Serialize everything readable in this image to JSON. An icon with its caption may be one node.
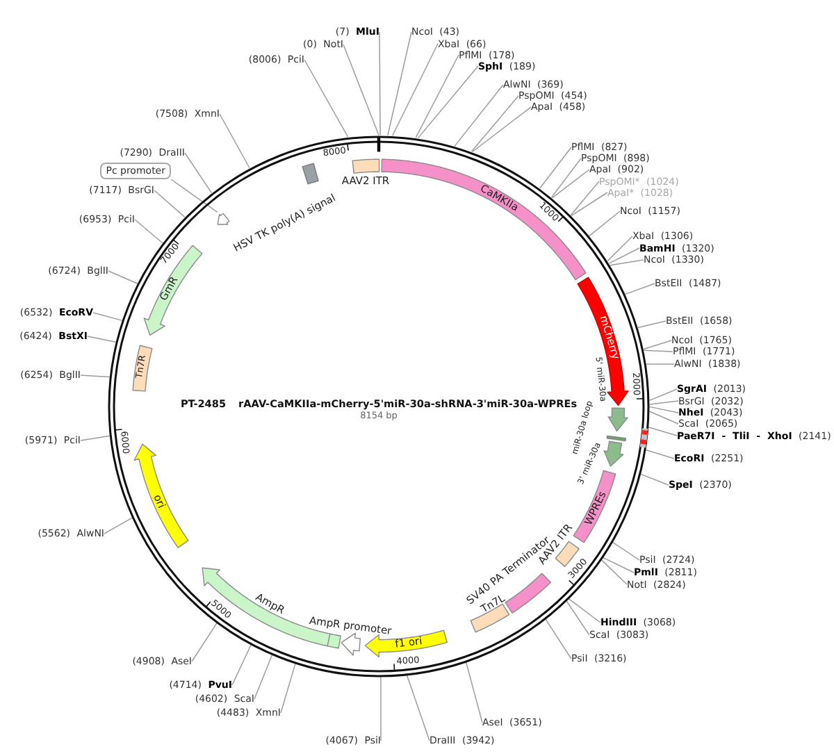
{
  "diagram": {
    "nodes": [
      {
        "text": [
          "(0) NotI"
        ]
      },
      {
        "text": [
          "(7) **MluI**"
        ]
      },
      {
        "text": [
          "NcoI (43)"
        ]
      },
      {
        "text": [
          "XbaI (66)"
        ]
      },
      {
        "text": [
          "PflMI (178)"
        ]
      },
      {
        "text": [
          "**SphI** (189)"
        ]
      },
      {
        "text": [
          "AlwNI (369)"
        ]
      },
      {
        "text": [
          "PspOMI (454)"
        ]
      },
      {
        "text": [
          "ApaI (458)"
        ]
      },
      {
        "text": [
          "PflMI (827)"
        ]
      },
      {
        "text": [
          "PspOMI (898)"
        ]
      },
      {
        "text": [
          "ApaI (902)"
        ]
      },
      {
        "text": [
          "PspOMI* (1024)"
        ]
      },
      {
        "text": [
          "ApaI* (1028)"
        ]
      },
      {
        "text": [
          "NcoI (1157)"
        ]
      },
      {
        "text": [
          "XbaI (1306)"
        ]
      },
      {
        "text": [
          "**BamHI** (1320)"
        ]
      },
      {
        "text": [
          "NcoI (1330)"
        ]
      },
      {
        "text": [
          "BstEII (1487)"
        ]
      },
      {
        "text": [
          "BstEII (1658)"
        ]
      },
      {
        "text": [
          "NcoI (1765)"
        ]
      },
      {
        "text": [
          "PflMI (1771)"
        ]
      },
      {
        "text": [
          "AlwNI (1838)"
        ]
      },
      {
        "text": [
          "**SgrAI** (2013)"
        ]
      },
      {
        "text": [
          "BsrGI (2032)"
        ]
      },
      {
        "text": [
          "**NheI** (2043)"
        ]
      },
      {
        "text": [
          "ScaI (2065)"
        ]
      },
      {
        "text": [
          "**PaeR7I - TliI - XhoI** (2141)"
        ]
      },
      {
        "text": [
          "**EcoRI** (2251)"
        ]
      },
      {
        "text": [
          "**SpeI** (2370)"
        ]
      },
      {
        "text": [
          "PsiI (2724)"
        ]
      },
      {
        "text": [
          "**PmlI** (2811)"
        ]
      },
      {
        "text": [
          "NotI (2824)"
        ]
      },
      {
        "text": [
          "**HindIII** (3068)"
        ]
      },
      {
        "text": [
          "ScaI (3083)"
        ]
      },
      {
        "text": [
          "PsiI (3216)"
        ]
      },
      {
        "text": [
          "AseI (3651)"
        ]
      },
      {
        "text": [
          "DraIII (3942)"
        ]
      },
      {
        "text": [
          "(4067) PsiI"
        ]
      },
      {
        "text": [
          "(4483) XmnI"
        ]
      },
      {
        "text": [
          "(4602) ScaI"
        ]
      },
      {
        "text": [
          "(4714) **PvuI**"
        ]
      },
      {
        "text": [
          "(4908) AseI"
        ]
      },
      {
        "text": [
          "(5562) AlwNI"
        ]
      },
      {
        "text": [
          "(5971) PciI"
        ]
      },
      {
        "text": [
          "(6254) BglII"
        ]
      },
      {
        "text": [
          "(6424) **BstXI**"
        ]
      },
      {
        "text": [
          "(6532) **EcoRV**"
        ]
      },
      {
        "text": [
          "(6724) BglII"
        ]
      },
      {
        "text": [
          "(6953) PciI"
        ]
      },
      {
        "text": [
          "(7117) BsrGI"
        ]
      },
      {
        "text": [
          "Pc promoter"
        ]
      },
      {
        "text": [
          "(7290) DraIII"
        ]
      },
      {
        "text": [
          "(7508) XmnI"
        ]
      },
      {
        "text": [
          "(8006) PciI"
        ]
      },
      {
        "text": [],
        "shape": "circle"
      },
      {
        "text": [
          "AAV2 ITR"
        ],
        "in": 55
      },
      {
        "text": [
          "CaMKIIa"
        ],
        "in": 55
      },
      {
        "text": [
          "mCherry"
        ],
        "in": 55
      },
      {
        "text": [
          "5' miR-30a"
        ],
        "in": 55
      },
      {
        "text": [
          "miR-30a loop"
        ],
        "in": 55
      },
      {
        "text": [
          "3' miR-30a"
        ],
        "in": 55
      },
      {
        "text": [
          "WPREs"
        ],
        "in": 55
      },
      {
        "text": [
          "AAV2 ITR"
        ],
        "in": 55
      },
      {
        "text": [
          "SV40 PA Terminator"
        ],
        "in": 55
      },
      {
        "text": [
          "Tn7L"
        ],
        "in": 55
      },
      {
        "text": [
          "f1 ori"
        ],
        "in": 55
      },
      {
        "text": [
          "AmpR promoter"
        ],
        "in": 55
      },
      {
        "text": [
          "AmpR"
        ],
        "in": 55
      },
      {
        "text": [
          "ori"
        ],
        "in": 55
      },
      {
        "text": [
          "Tn7R"
        ],
        "in": 55
      },
      {
        "text": [
          "GmR"
        ],
        "in": 55
      },
      {
        "text": [],
        "shape": "arrow",
        "in": 55
      },
      {
        "text": [
          "HSV TK poly(A) signal"
        ],
        "in": 55
      }
    ],
    "edges": [
      {
        "from": 0,
        "to": 55,
        "arrow": "none"
      },
      {
        "from": 1,
        "to": 55,
        "arrow": "none"
      },
      {
        "from": 2,
        "to": 55,
        "arrow": "none"
      },
      {
        "from": 3,
        "to": 55,
        "arrow": "none"
      },
      {
        "from": 4,
        "to": 55,
        "arrow": "none"
      },
      {
        "from": 5,
        "to": 55,
        "arrow": "none"
      },
      {
        "from": 6,
        "to": 55,
        "arrow": "none"
      },
      {
        "from": 7,
        "to": 55,
        "arrow": "none"
      },
      {
        "from": 8,
        "to": 55,
        "arrow": "none"
      },
      {
        "from": 9,
        "to": 55,
        "arrow": "none"
      },
      {
        "from": 10,
        "to": 55,
        "arrow": "none"
      },
      {
        "from": 11,
        "to": 55,
        "arrow": "none"
      },
      {
        "from": 12,
        "to": 55,
        "arrow": "none"
      },
      {
        "from": 13,
        "to": 55,
        "arrow": "none"
      },
      {
        "from": 14,
        "to": 55,
        "arrow": "none"
      },
      {
        "from": 15,
        "to": 55,
        "arrow": "none"
      },
      {
        "from": 16,
        "to": 55,
        "arrow": "none"
      },
      {
        "from": 17,
        "to": 55,
        "arrow": "none"
      },
      {
        "from": 18,
        "to": 55,
        "arrow": "none"
      },
      {
        "from": 19,
        "to": 55,
        "arrow": "none"
      },
      {
        "from": 20,
        "to": 55,
        "arrow": "none"
      },
      {
        "from": 21,
        "to": 55,
        "arrow": "none"
      },
      {
        "from": 22,
        "to": 55,
        "arrow": "none"
      },
      {
        "from": 23,
        "to": 55,
        "arrow": "none"
      },
      {
        "from": 24,
        "to": 55,
        "arrow": "none"
      },
      {
        "from": 25,
        "to": 55,
        "arrow": "none"
      },
      {
        "from": 26,
        "to": 55,
        "arrow": "none"
      },
      {
        "from": 27,
        "to": 55,
        "arrow": "none"
      },
      {
        "from": 28,
        "to": 55,
        "arrow": "none"
      },
      {
        "from": 29,
        "to": 55,
        "arrow": "none"
      },
      {
        "from": 30,
        "to": 55,
        "arrow": "none"
      },
      {
        "from": 31,
        "to": 55,
        "arrow": "none"
      },
      {
        "from": 32,
        "to": 55,
        "arrow": "none"
      },
      {
        "from": 33,
        "to": 55,
        "arrow": "none"
      },
      {
        "from": 34,
        "to": 55,
        "arrow": "none"
      },
      {
        "from": 35,
        "to": 55,
        "arrow": "none"
      },
      {
        "from": 36,
        "to": 55,
        "arrow": "none"
      },
      {
        "from": 37,
        "to": 55,
        "arrow": "none"
      },
      {
        "from": 38,
        "to": 55,
        "arrow": "none"
      },
      {
        "from": 39,
        "to": 55,
        "arrow": "none"
      },
      {
        "from": 40,
        "to": 55,
        "arrow": "none"
      },
      {
        "from": 41,
        "to": 55,
        "arrow": "none"
      },
      {
        "from": 42,
        "to": 55,
        "arrow": "none"
      },
      {
        "from": 43,
        "to": 55,
        "arrow": "none"
      },
      {
        "from": 44,
        "to": 55,
        "arrow": "none"
      },
      {
        "from": 45,
        "to": 55,
        "arrow": "none"
      },
      {
        "from": 46,
        "to": 55,
        "arrow": "none"
      },
      {
        "from": 47,
        "to": 55,
        "arrow": "none"
      },
      {
        "from": 48,
        "to": 55,
        "arrow": "none"
      },
      {
        "from": 49,
        "to": 55,
        "arrow": "none"
      },
      {
        "from": 50,
        "to": 55,
        "arrow": "none"
      },
      {
        "from": 51,
        "to": 72,
        "arrow": "none"
      },
      {
        "from": 52,
        "to": 55,
        "arrow": "none"
      },
      {
        "from": 53,
        "to": 55,
        "arrow": "none"
      },
      {
        "from": 54,
        "to": 55,
        "arrow": "none"
      }
    ],
    "labels": [
      "PT-2485",
      "rAAV-CaMKIIa-mCherry-5'miR-30a-shRNA-3'miR-30a-WPREs",
      "8154 bp",
      "1000",
      "2000",
      "3000",
      "4000",
      "5000",
      "6000",
      "7000",
      "8000"
    ]
  }
}
